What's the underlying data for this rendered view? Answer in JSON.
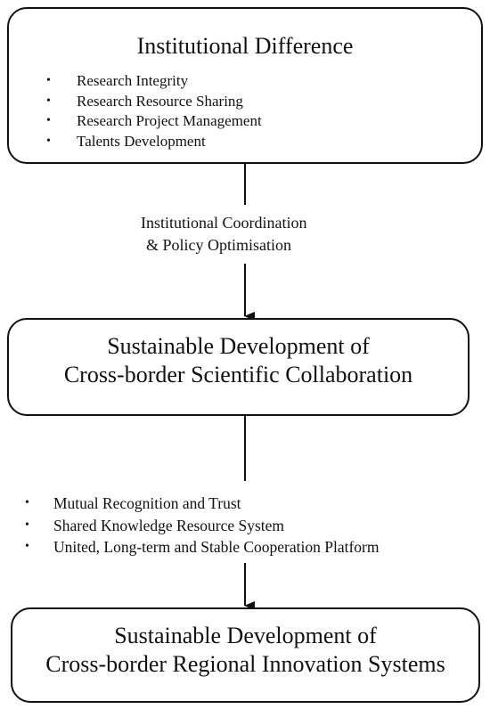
{
  "top_box": {
    "title": "Institutional Difference",
    "items": [
      "Research Integrity",
      "Research Resource Sharing",
      "Research Project Management",
      "Talents Development"
    ]
  },
  "connector_1": {
    "line1": "Institutional Coordination",
    "line2": "& Policy Optimisation"
  },
  "middle_box": {
    "title_line1": "Sustainable Development of",
    "title_line2": "Cross-border Scientific Collaboration"
  },
  "connector_2": {
    "items": [
      "Mutual Recognition and Trust",
      "Shared Knowledge Resource System",
      "United, Long-term and Stable Cooperation Platform"
    ]
  },
  "bottom_box": {
    "title_line1": "Sustainable Development of",
    "title_line2": "Cross-border Regional Innovation Systems"
  },
  "bullet_char": "•"
}
